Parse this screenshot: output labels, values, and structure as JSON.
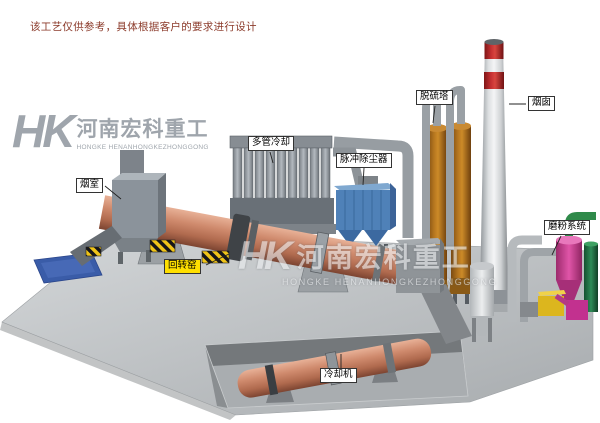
{
  "note": {
    "disclaimer": "该工艺仅供参考，具体根据客户的要求进行设计"
  },
  "watermark": {
    "logo": "HK",
    "brand_cn": "河南宏科重工",
    "brand_en": "HONGKE HENANHONGKEZHONGGONG"
  },
  "labels": {
    "smoke_chamber": "烟室",
    "rotary_kiln": "回转窑",
    "multi_tube_cooler": "多管冷却",
    "pulse_dust_collector": "脉冲除尘器",
    "desulfurization_tower": "脱硫塔",
    "chimney": "烟囱",
    "grinding_system": "磨粉系统",
    "cooling_machine": "冷却机"
  },
  "equipment_colors": {
    "kiln_shell": "#c0765c",
    "dust_collector_blue": "#4f81b8",
    "desulfurization_tower_orange": "#b5761f",
    "chimney_band_red": "#c53032",
    "hazard_yellow": "#f0c418",
    "grinding_pink": "#d8439b",
    "grinding_green": "#2f8a4a",
    "ground_gray": "#b9bcbe",
    "kiln_label_highlight": "#ffdf00"
  }
}
